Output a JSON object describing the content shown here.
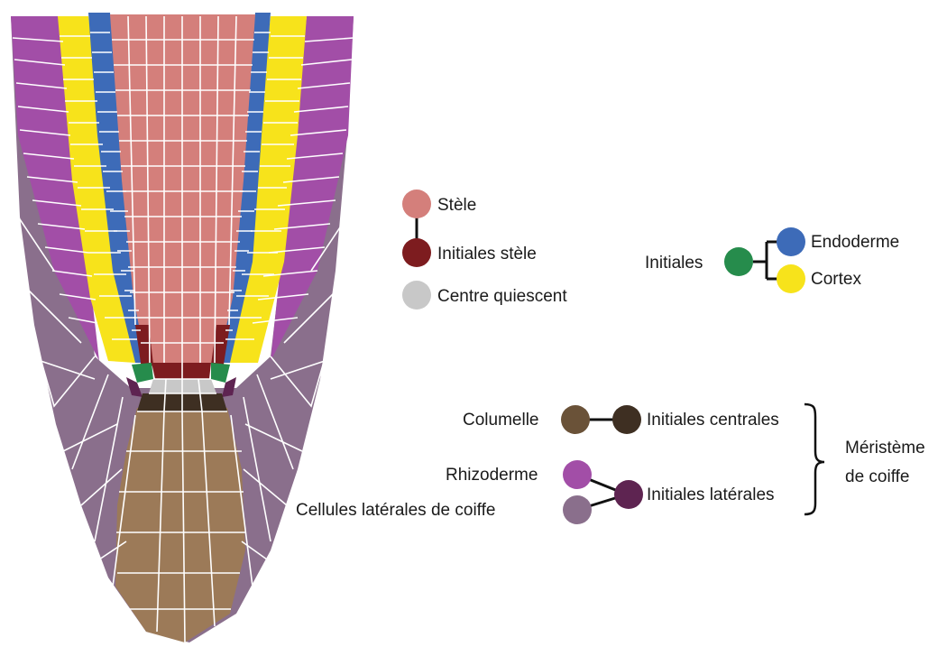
{
  "colors": {
    "stele": "#d47f7b",
    "stele_initials": "#7d1c1f",
    "quiescent_center": "#c8c8c8",
    "endodermis": "#3d6bb8",
    "cortex": "#f7e31b",
    "cortex_endo_initials": "#268c4c",
    "epidermis": "#a24ea7",
    "lateral_root_cap": "#8a6f8c",
    "lateral_initials": "#5e2451",
    "columella": "#9c7a58",
    "columella_legend": "#6a5238",
    "columella_initials": "#3e2f22",
    "outline": "#ffffff"
  },
  "legend": {
    "stele": "Stèle",
    "stele_initials": "Initiales stèle",
    "quiescent_center": "Centre quiescent",
    "initials": "Initiales",
    "endodermis": "Endoderme",
    "cortex": "Cortex",
    "columella": "Columelle",
    "columella_initials": "Initiales centrales",
    "epidermis": "Rhizoderme",
    "lateral_root_cap": "Cellules latérales de coiffe",
    "lateral_initials": "Initiales latérales",
    "meristem_line1": "Méristème",
    "meristem_line2": "de coiffe"
  }
}
